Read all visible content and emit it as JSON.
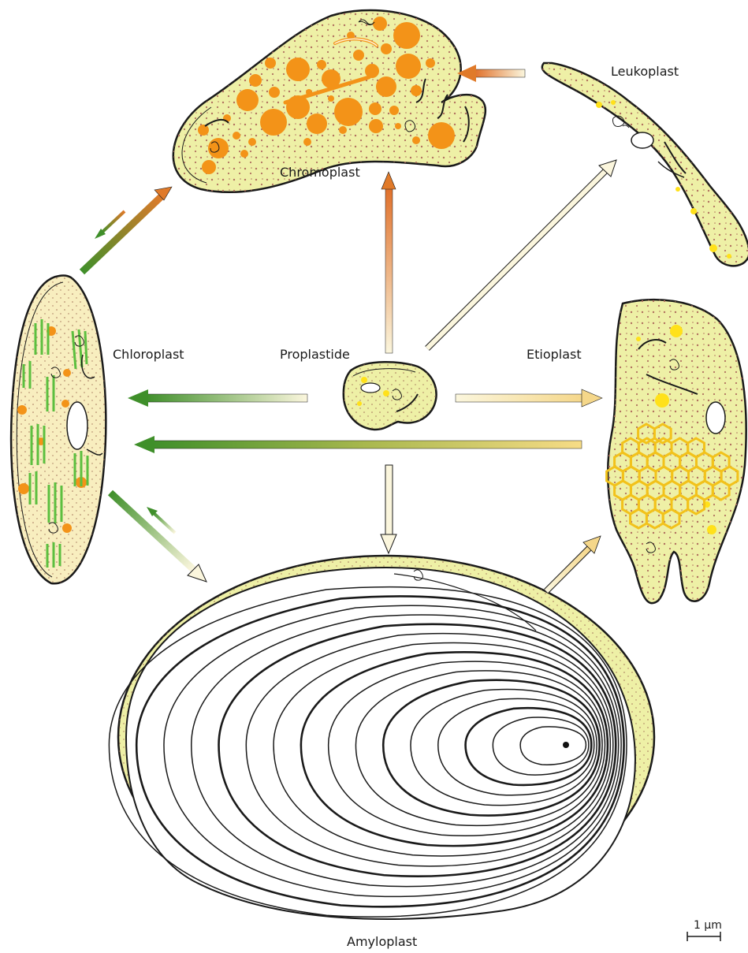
{
  "labels": {
    "chromoplast": "Chromoplast",
    "leukoplast": "Leukoplast",
    "chloroplast": "Chloroplast",
    "proplastide": "Proplastide",
    "etioplast": "Etioplast",
    "amyloplast": "Amyloplast"
  },
  "scale_bar": {
    "label": "1 µm"
  },
  "colors": {
    "stroma": "#eef0a6",
    "chloro_stroma": "#f8eebf",
    "outline": "#1a1a1a",
    "chromoplast_globule": "#f39318",
    "lipid_yellow": "#ffe11a",
    "thylakoid_green": "#5cbf3f",
    "prolamellar_body": "#f2c21b",
    "arrow_green": "#3f8f2a",
    "arrow_orange": "#e07a2a",
    "arrow_pale": "#fbf6dd"
  }
}
